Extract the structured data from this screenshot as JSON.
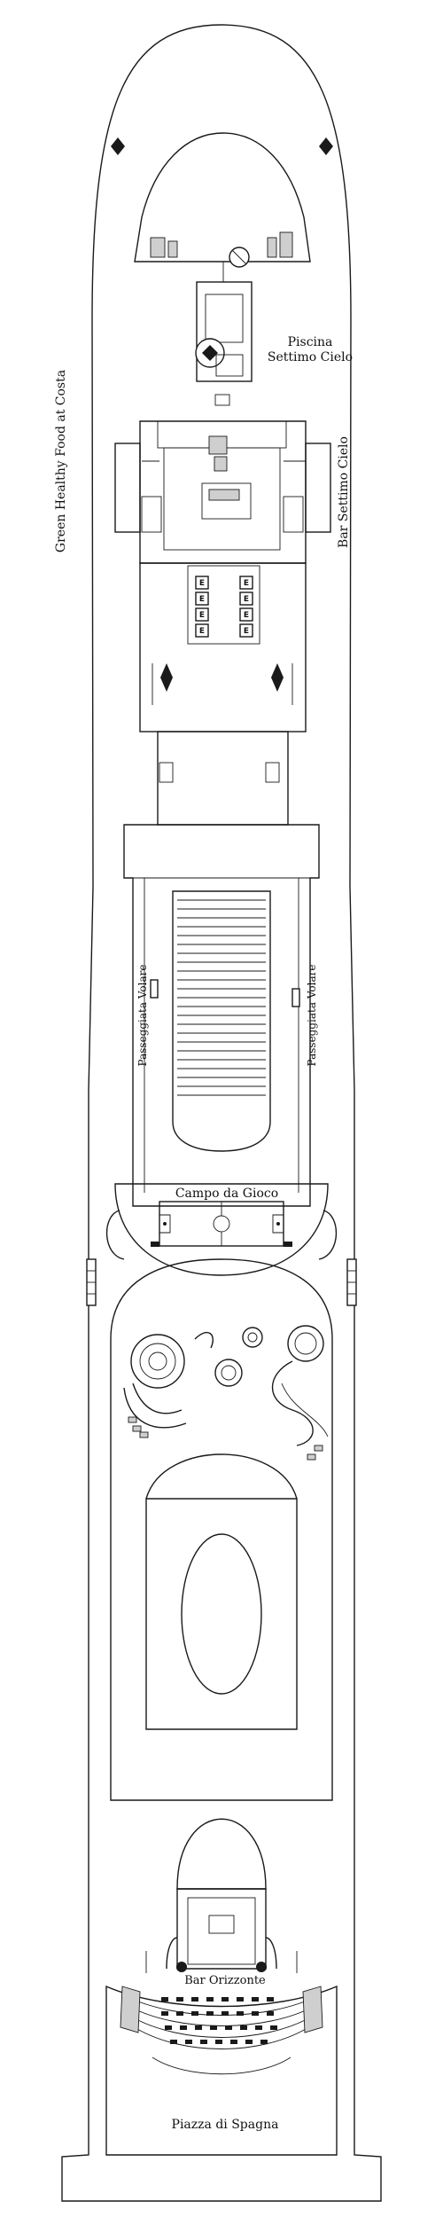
{
  "labels": {
    "piscina_line1": "Piscina",
    "piscina_line2": "Settimo Cielo",
    "green_healthy": "Green Healthy Food at Costa",
    "bar_settimo": "Bar Settimo Cielo",
    "passeggiata_left": "Passeggiata Volare",
    "passeggiata_right": "Passeggiata Volare",
    "campo_da_gioco": "Campo da Gioco",
    "bar_orizzonte": "Bar Orizzonte",
    "piazza_di_spagna": "Piazza di Spagna"
  },
  "elevator_label": "E",
  "line_color": "#1a1a1a"
}
